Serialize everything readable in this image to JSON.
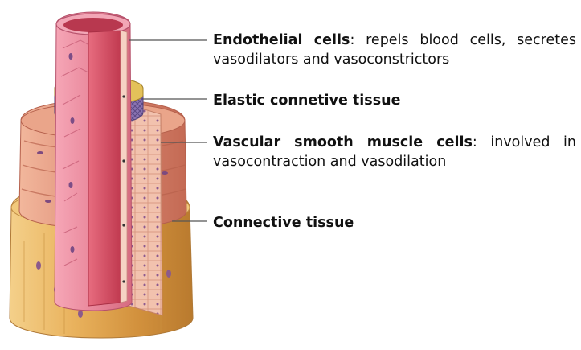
{
  "labels": {
    "endothelial": {
      "term": "Endothelial cells",
      "sep": ":",
      "desc": " repels blood cells, secretes vasodilators and vasoconstrictors"
    },
    "elastic": {
      "term": "Elastic connetive tissue"
    },
    "smooth_muscle": {
      "term": "Vascular smooth muscle cells",
      "sep": ":",
      "desc": " involved in vasocontraction and vasodilation"
    },
    "connective": {
      "term": "Connective tissue"
    }
  },
  "colors": {
    "endothelium": "#e46f86",
    "lumen": "#d94a5f",
    "elastic_band": "#7e6aa8",
    "smooth_muscle": "#d98a6e",
    "connective": "#e9b25d",
    "leader_line": "#555555"
  }
}
